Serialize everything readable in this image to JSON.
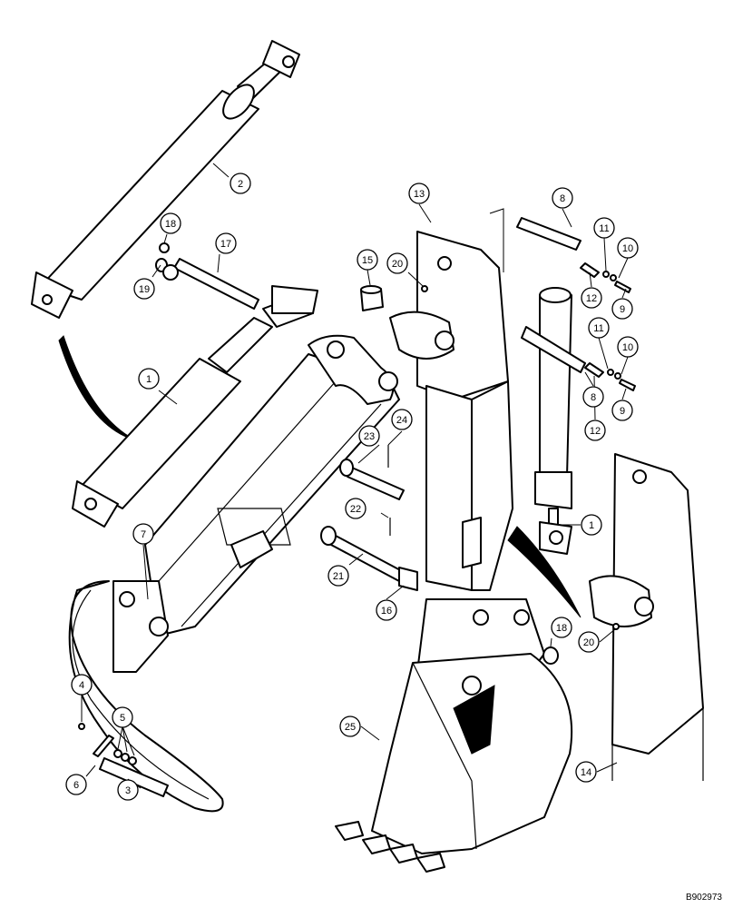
{
  "drawing_code": "B902973",
  "callouts": [
    {
      "label": "1"
    },
    {
      "label": "1"
    },
    {
      "label": "2"
    },
    {
      "label": "3"
    },
    {
      "label": "4"
    },
    {
      "label": "5"
    },
    {
      "label": "6"
    },
    {
      "label": "7"
    },
    {
      "label": "8"
    },
    {
      "label": "8"
    },
    {
      "label": "9"
    },
    {
      "label": "9"
    },
    {
      "label": "10"
    },
    {
      "label": "10"
    },
    {
      "label": "11"
    },
    {
      "label": "11"
    },
    {
      "label": "12"
    },
    {
      "label": "12"
    },
    {
      "label": "13"
    },
    {
      "label": "14"
    },
    {
      "label": "15"
    },
    {
      "label": "16"
    },
    {
      "label": "17"
    },
    {
      "label": "18"
    },
    {
      "label": "18"
    },
    {
      "label": "19"
    },
    {
      "label": "20"
    },
    {
      "label": "20"
    },
    {
      "label": "21"
    },
    {
      "label": "22"
    },
    {
      "label": "23"
    },
    {
      "label": "24"
    },
    {
      "label": "25"
    }
  ]
}
